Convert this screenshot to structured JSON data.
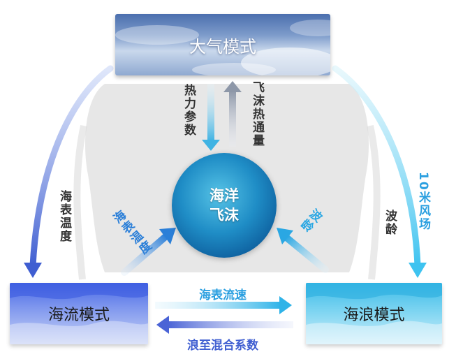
{
  "nodes": {
    "atmosphere": "大气模式",
    "ocean": "海流模式",
    "wave": "海浪模式",
    "sea_spray_line1": "海洋",
    "sea_spray_line2": "飞沫"
  },
  "labels": {
    "heat_params": "热力参数",
    "spray_heat_flux": "飞沫热通量",
    "sst_left": "海表温度",
    "sst_to_spray": "海表温度",
    "wind_10m": "10米风场",
    "wave_age": "波龄",
    "wave_age_to_spray": "波龄",
    "surface_current": "海表流速",
    "wave_mixing": "浪至混合系数"
  },
  "colors": {
    "gray_region": "#e3e3e3",
    "arrow_blue": "#3f5ed1",
    "arrow_cyan": "#3ec3f0",
    "text_cyan": "#2b7fd8"
  }
}
